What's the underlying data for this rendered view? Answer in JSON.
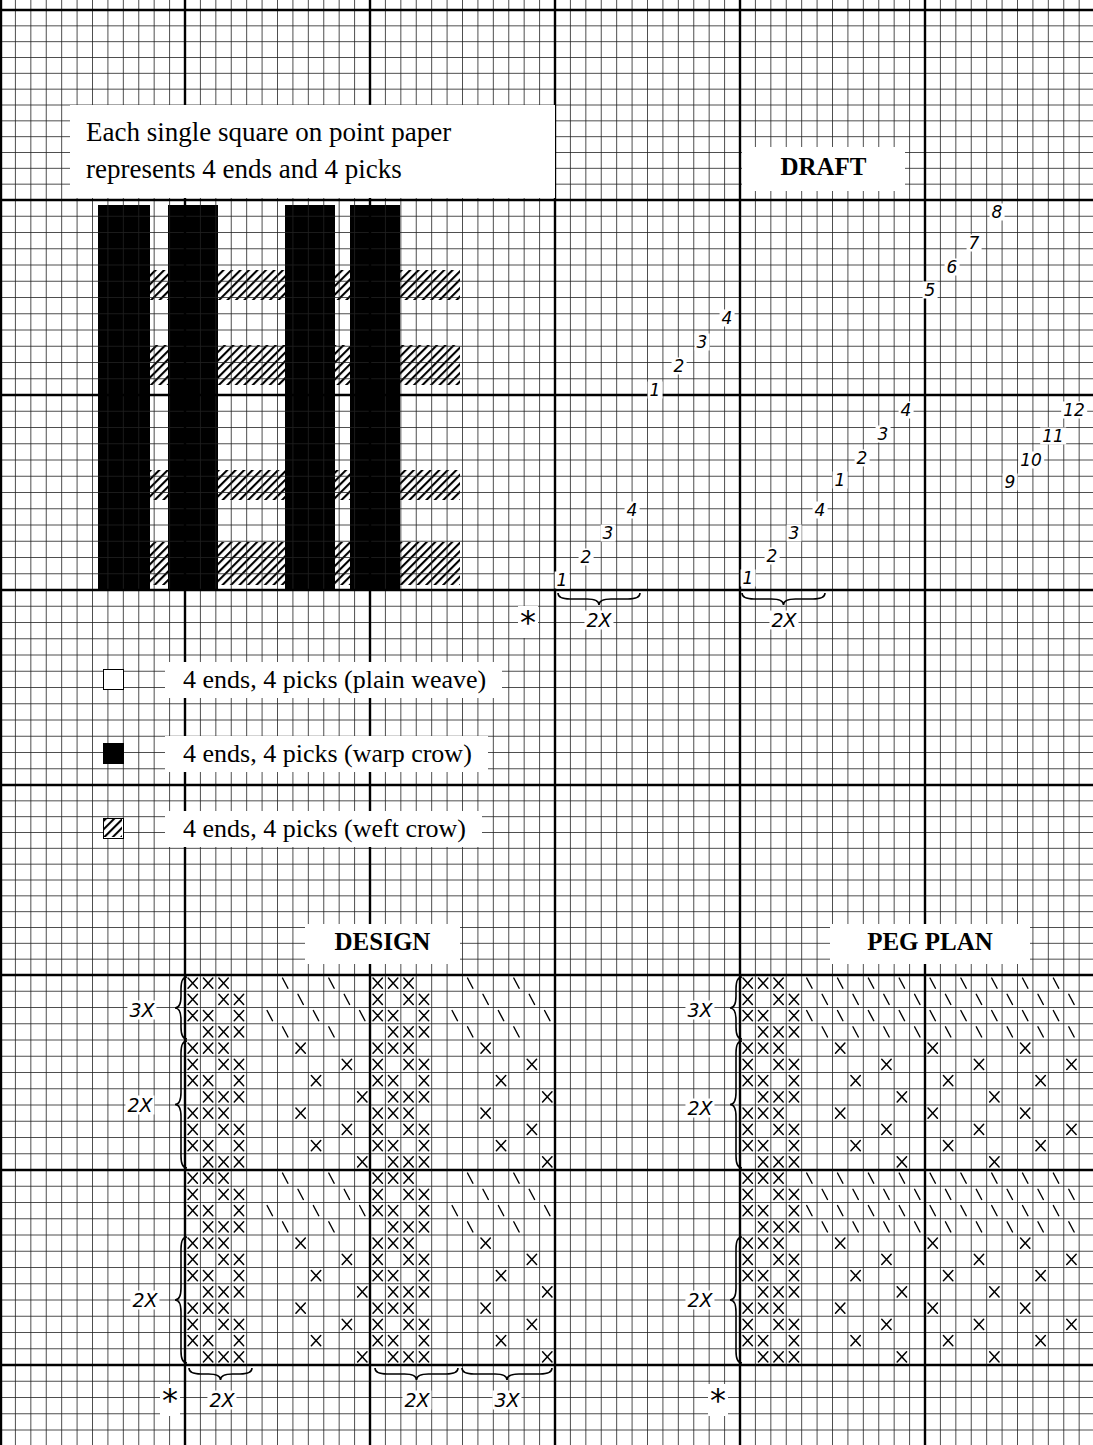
{
  "diagram": {
    "nodes": [
      {
        "text": [
          "Each single square on point paper represents 4 ends and 4 picks"
        ]
      },
      {
        "text": [
          "DRAFT"
        ]
      },
      {
        "text": [
          "DESIGN"
        ]
      },
      {
        "text": [
          "PEG PLAN"
        ]
      }
    ],
    "labels": [
      "5",
      "6",
      "7",
      "8",
      "1",
      "2",
      "3",
      "4",
      "1",
      "2",
      "3",
      "4",
      "9",
      "10",
      "11",
      "12",
      "1",
      "2",
      "3",
      "4",
      "1",
      "2",
      "3",
      "4",
      "*",
      "2X",
      "2X",
      "3X",
      "3X",
      "2X",
      "2X",
      "2X",
      "2X",
      "*",
      "*",
      "2X",
      "2X",
      "3X"
    ],
    "legend": [
      {
        "text": "4 ends, 4 picks (plain weave)",
        "color": "#ffffff"
      },
      {
        "text": "4 ends, 4 picks (warp crow)",
        "color": "#000000"
      },
      {
        "text": "4 ends, 4 picks (weft crow)"
      }
    ]
  }
}
